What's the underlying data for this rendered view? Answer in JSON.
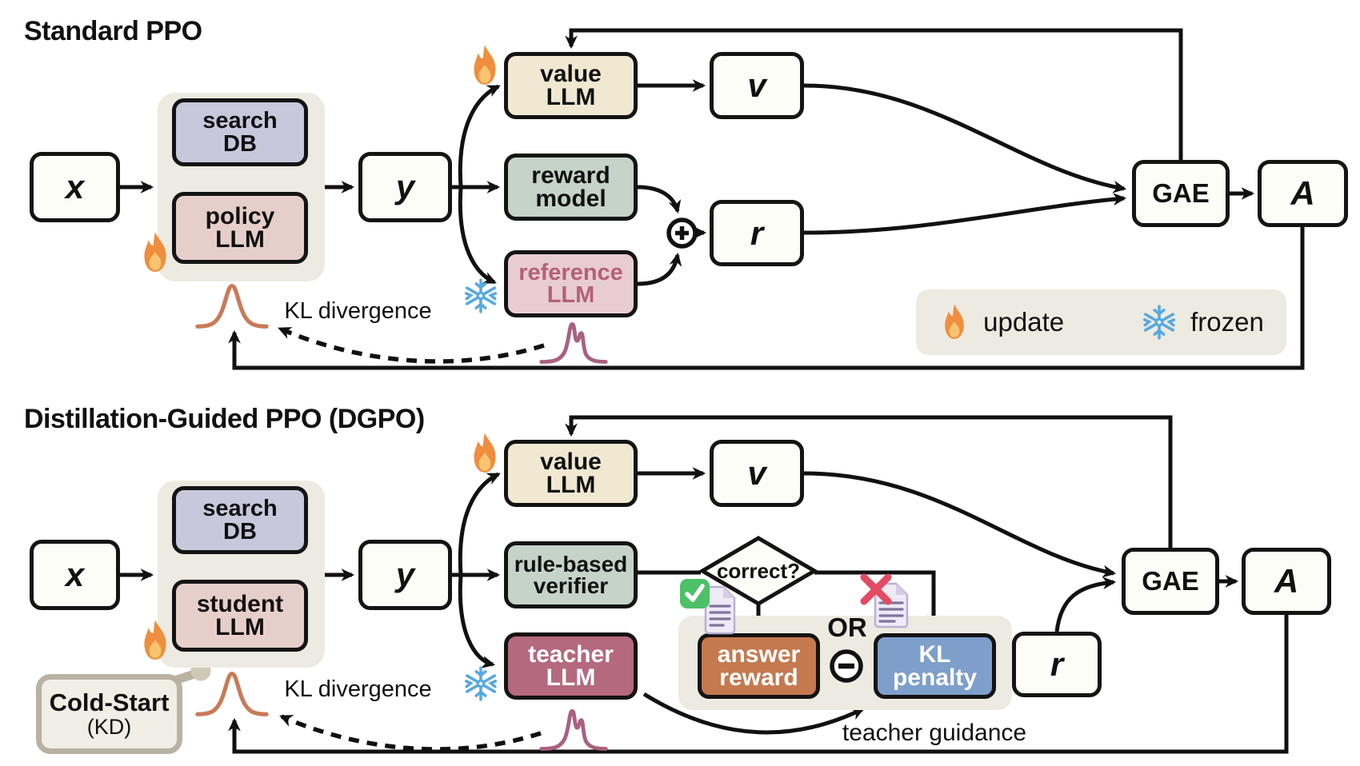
{
  "legend": {
    "update": "update",
    "frozen": "frozen"
  },
  "icons": {
    "update": "flame-icon",
    "frozen": "snowflake-icon",
    "combine": "plus-circle",
    "contrast": "minus-circle",
    "correct_output": "document-with-green-check",
    "incorrect_output": "document-with-red-x"
  },
  "standard_ppo": {
    "title": "Standard PPO",
    "nodes": {
      "x": "x",
      "search_db": "search\nDB",
      "policy_llm": "policy\nLLM",
      "y": "y",
      "value_llm": "value\nLLM",
      "reward_model": "reward\nmodel",
      "reference_llm": "reference\nLLM",
      "v": "v",
      "r": "r",
      "gae": "GAE",
      "a": "A"
    },
    "labels": {
      "kl_divergence": "KL divergence"
    }
  },
  "dgpo": {
    "title": "Distillation-Guided PPO (DGPO)",
    "nodes": {
      "x": "x",
      "search_db": "search\nDB",
      "student_llm": "student\nLLM",
      "y": "y",
      "value_llm": "value\nLLM",
      "rule_based_verifier": "rule-based\nverifier",
      "teacher_llm": "teacher\nLLM",
      "v": "v",
      "correct": "correct?",
      "answer_reward": "answer\nreward",
      "or": "OR",
      "kl_penalty": "KL\npenalty",
      "r": "r",
      "gae": "GAE",
      "a": "A",
      "cold_start": "Cold-Start",
      "cold_start_sub": "(KD)"
    },
    "labels": {
      "kl_divergence": "KL divergence",
      "teacher_guidance": "teacher guidance"
    }
  },
  "colors": {
    "search_db": "#c8c7db",
    "policy_student": "#e6cfca",
    "value": "#f0e8d1",
    "reward_verifier": "#c5d3c8",
    "reference": "#e8ccd4",
    "reference_text": "#b4607b",
    "teacher": "#b4697f",
    "answer_reward": "#c5794f",
    "kl_penalty": "#7d9fc9",
    "panel": "#edeae1",
    "cold_start_border": "#b9b2a2",
    "line": "#111111",
    "flame_orange": "#ef8e3e",
    "flame_inner": "#f8c470",
    "snowflake_blue": "#56a9e0",
    "check_green": "#4cc167",
    "x_red": "#e34b62",
    "policy_distribution": "#c97a58",
    "reference_distribution": "#aa6180"
  }
}
